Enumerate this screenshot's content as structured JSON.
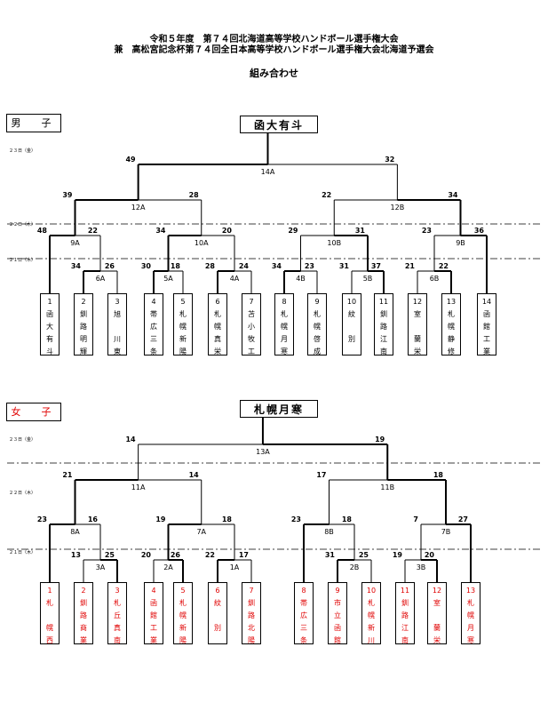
{
  "header": {
    "title1": "令和５年度　第７４回北海道高等学校ハンドボール選手権大会",
    "title2": "兼　高松宮記念杯第７４回全日本高等学校ハンドボール選手権大会北海道予選会",
    "subtitle": "組み合わせ"
  },
  "boys": {
    "label": "男　子",
    "champion": "函大有斗",
    "days": [
      "２３日（金）",
      "２２日（木）",
      "２１日（木）"
    ],
    "teams": [
      {
        "num": "1",
        "name": [
          "函",
          "大",
          "有",
          "斗"
        ]
      },
      {
        "num": "2",
        "name": [
          "釧",
          "路",
          "明",
          "輝"
        ]
      },
      {
        "num": "3",
        "name": [
          "旭",
          "",
          "川",
          "東"
        ]
      },
      {
        "num": "4",
        "name": [
          "帯",
          "広",
          "三",
          "条"
        ]
      },
      {
        "num": "5",
        "name": [
          "札",
          "幌",
          "新",
          "陽"
        ]
      },
      {
        "num": "6",
        "name": [
          "札",
          "幌",
          "真",
          "栄"
        ]
      },
      {
        "num": "7",
        "name": [
          "苫",
          "小",
          "牧",
          "工"
        ]
      },
      {
        "num": "8",
        "name": [
          "札",
          "幌",
          "月",
          "寒"
        ]
      },
      {
        "num": "9",
        "name": [
          "札",
          "幌",
          "啓",
          "成"
        ]
      },
      {
        "num": "10",
        "name": [
          "紋",
          "",
          "別",
          ""
        ]
      },
      {
        "num": "11",
        "name": [
          "釧",
          "路",
          "江",
          "南"
        ]
      },
      {
        "num": "12",
        "name": [
          "室",
          "",
          "蘭",
          "栄"
        ]
      },
      {
        "num": "13",
        "name": [
          "札",
          "幌",
          "静",
          "修"
        ]
      },
      {
        "num": "14",
        "name": [
          "函",
          "館",
          "工",
          "業"
        ]
      }
    ],
    "games": [
      {
        "id": "6A",
        "scores": [
          "34",
          "26"
        ]
      },
      {
        "id": "5A",
        "scores": [
          "30",
          "18"
        ]
      },
      {
        "id": "4A",
        "scores": [
          "28",
          "24"
        ]
      },
      {
        "id": "4B",
        "scores": [
          "34",
          "23"
        ]
      },
      {
        "id": "5B",
        "scores": [
          "31",
          "37"
        ]
      },
      {
        "id": "6B",
        "scores": [
          "21",
          "22"
        ]
      },
      {
        "id": "9A",
        "scores": [
          "48",
          "22"
        ]
      },
      {
        "id": "10A",
        "scores": [
          "34",
          "20"
        ]
      },
      {
        "id": "10B",
        "scores": [
          "29",
          "31"
        ]
      },
      {
        "id": "9B",
        "scores": [
          "23",
          "36"
        ]
      },
      {
        "id": "12A",
        "scores": [
          "39",
          "28"
        ]
      },
      {
        "id": "12B",
        "scores": [
          "22",
          "34"
        ]
      },
      {
        "id": "14A",
        "scores": [
          "49",
          "32"
        ]
      }
    ]
  },
  "girls": {
    "label": "女　子",
    "champion": "札幌月寒",
    "days": [
      "２３日（金）",
      "２２日（木）",
      "２１日（木）"
    ],
    "teams": [
      {
        "num": "1",
        "name": [
          "札",
          "",
          "幌",
          "西"
        ]
      },
      {
        "num": "2",
        "name": [
          "釧",
          "路",
          "商",
          "業"
        ]
      },
      {
        "num": "3",
        "name": [
          "札",
          "丘",
          "真",
          "南"
        ]
      },
      {
        "num": "4",
        "name": [
          "函",
          "館",
          "工",
          "業"
        ]
      },
      {
        "num": "5",
        "name": [
          "札",
          "幌",
          "新",
          "陽"
        ]
      },
      {
        "num": "6",
        "name": [
          "紋",
          "",
          "別",
          ""
        ]
      },
      {
        "num": "7",
        "name": [
          "釧",
          "路",
          "北",
          "陽"
        ]
      },
      {
        "num": "8",
        "name": [
          "帯",
          "広",
          "三",
          "条"
        ]
      },
      {
        "num": "9",
        "name": [
          "市",
          "立",
          "函",
          "館"
        ]
      },
      {
        "num": "10",
        "name": [
          "札",
          "幌",
          "新",
          "川"
        ]
      },
      {
        "num": "11",
        "name": [
          "釧",
          "路",
          "江",
          "南"
        ]
      },
      {
        "num": "12",
        "name": [
          "室",
          "",
          "蘭",
          "栄"
        ]
      },
      {
        "num": "13",
        "name": [
          "札",
          "幌",
          "月",
          "寒"
        ]
      }
    ],
    "games": [
      {
        "id": "3A",
        "scores": [
          "13",
          "25"
        ]
      },
      {
        "id": "2A",
        "scores": [
          "20",
          "26"
        ]
      },
      {
        "id": "1A",
        "scores": [
          "22",
          "17"
        ]
      },
      {
        "id": "2B",
        "scores": [
          "31",
          "25"
        ]
      },
      {
        "id": "3B",
        "scores": [
          "19",
          "20"
        ]
      },
      {
        "id": "8A",
        "scores": [
          "23",
          "16"
        ]
      },
      {
        "id": "7A",
        "scores": [
          "19",
          "18"
        ]
      },
      {
        "id": "8B",
        "scores": [
          "23",
          "18"
        ]
      },
      {
        "id": "7B",
        "scores": [
          "7",
          "27"
        ]
      },
      {
        "id": "11A",
        "scores": [
          "21",
          "14"
        ]
      },
      {
        "id": "11B",
        "scores": [
          "17",
          "18"
        ]
      },
      {
        "id": "13A",
        "scores": [
          "14",
          "19"
        ]
      }
    ]
  }
}
